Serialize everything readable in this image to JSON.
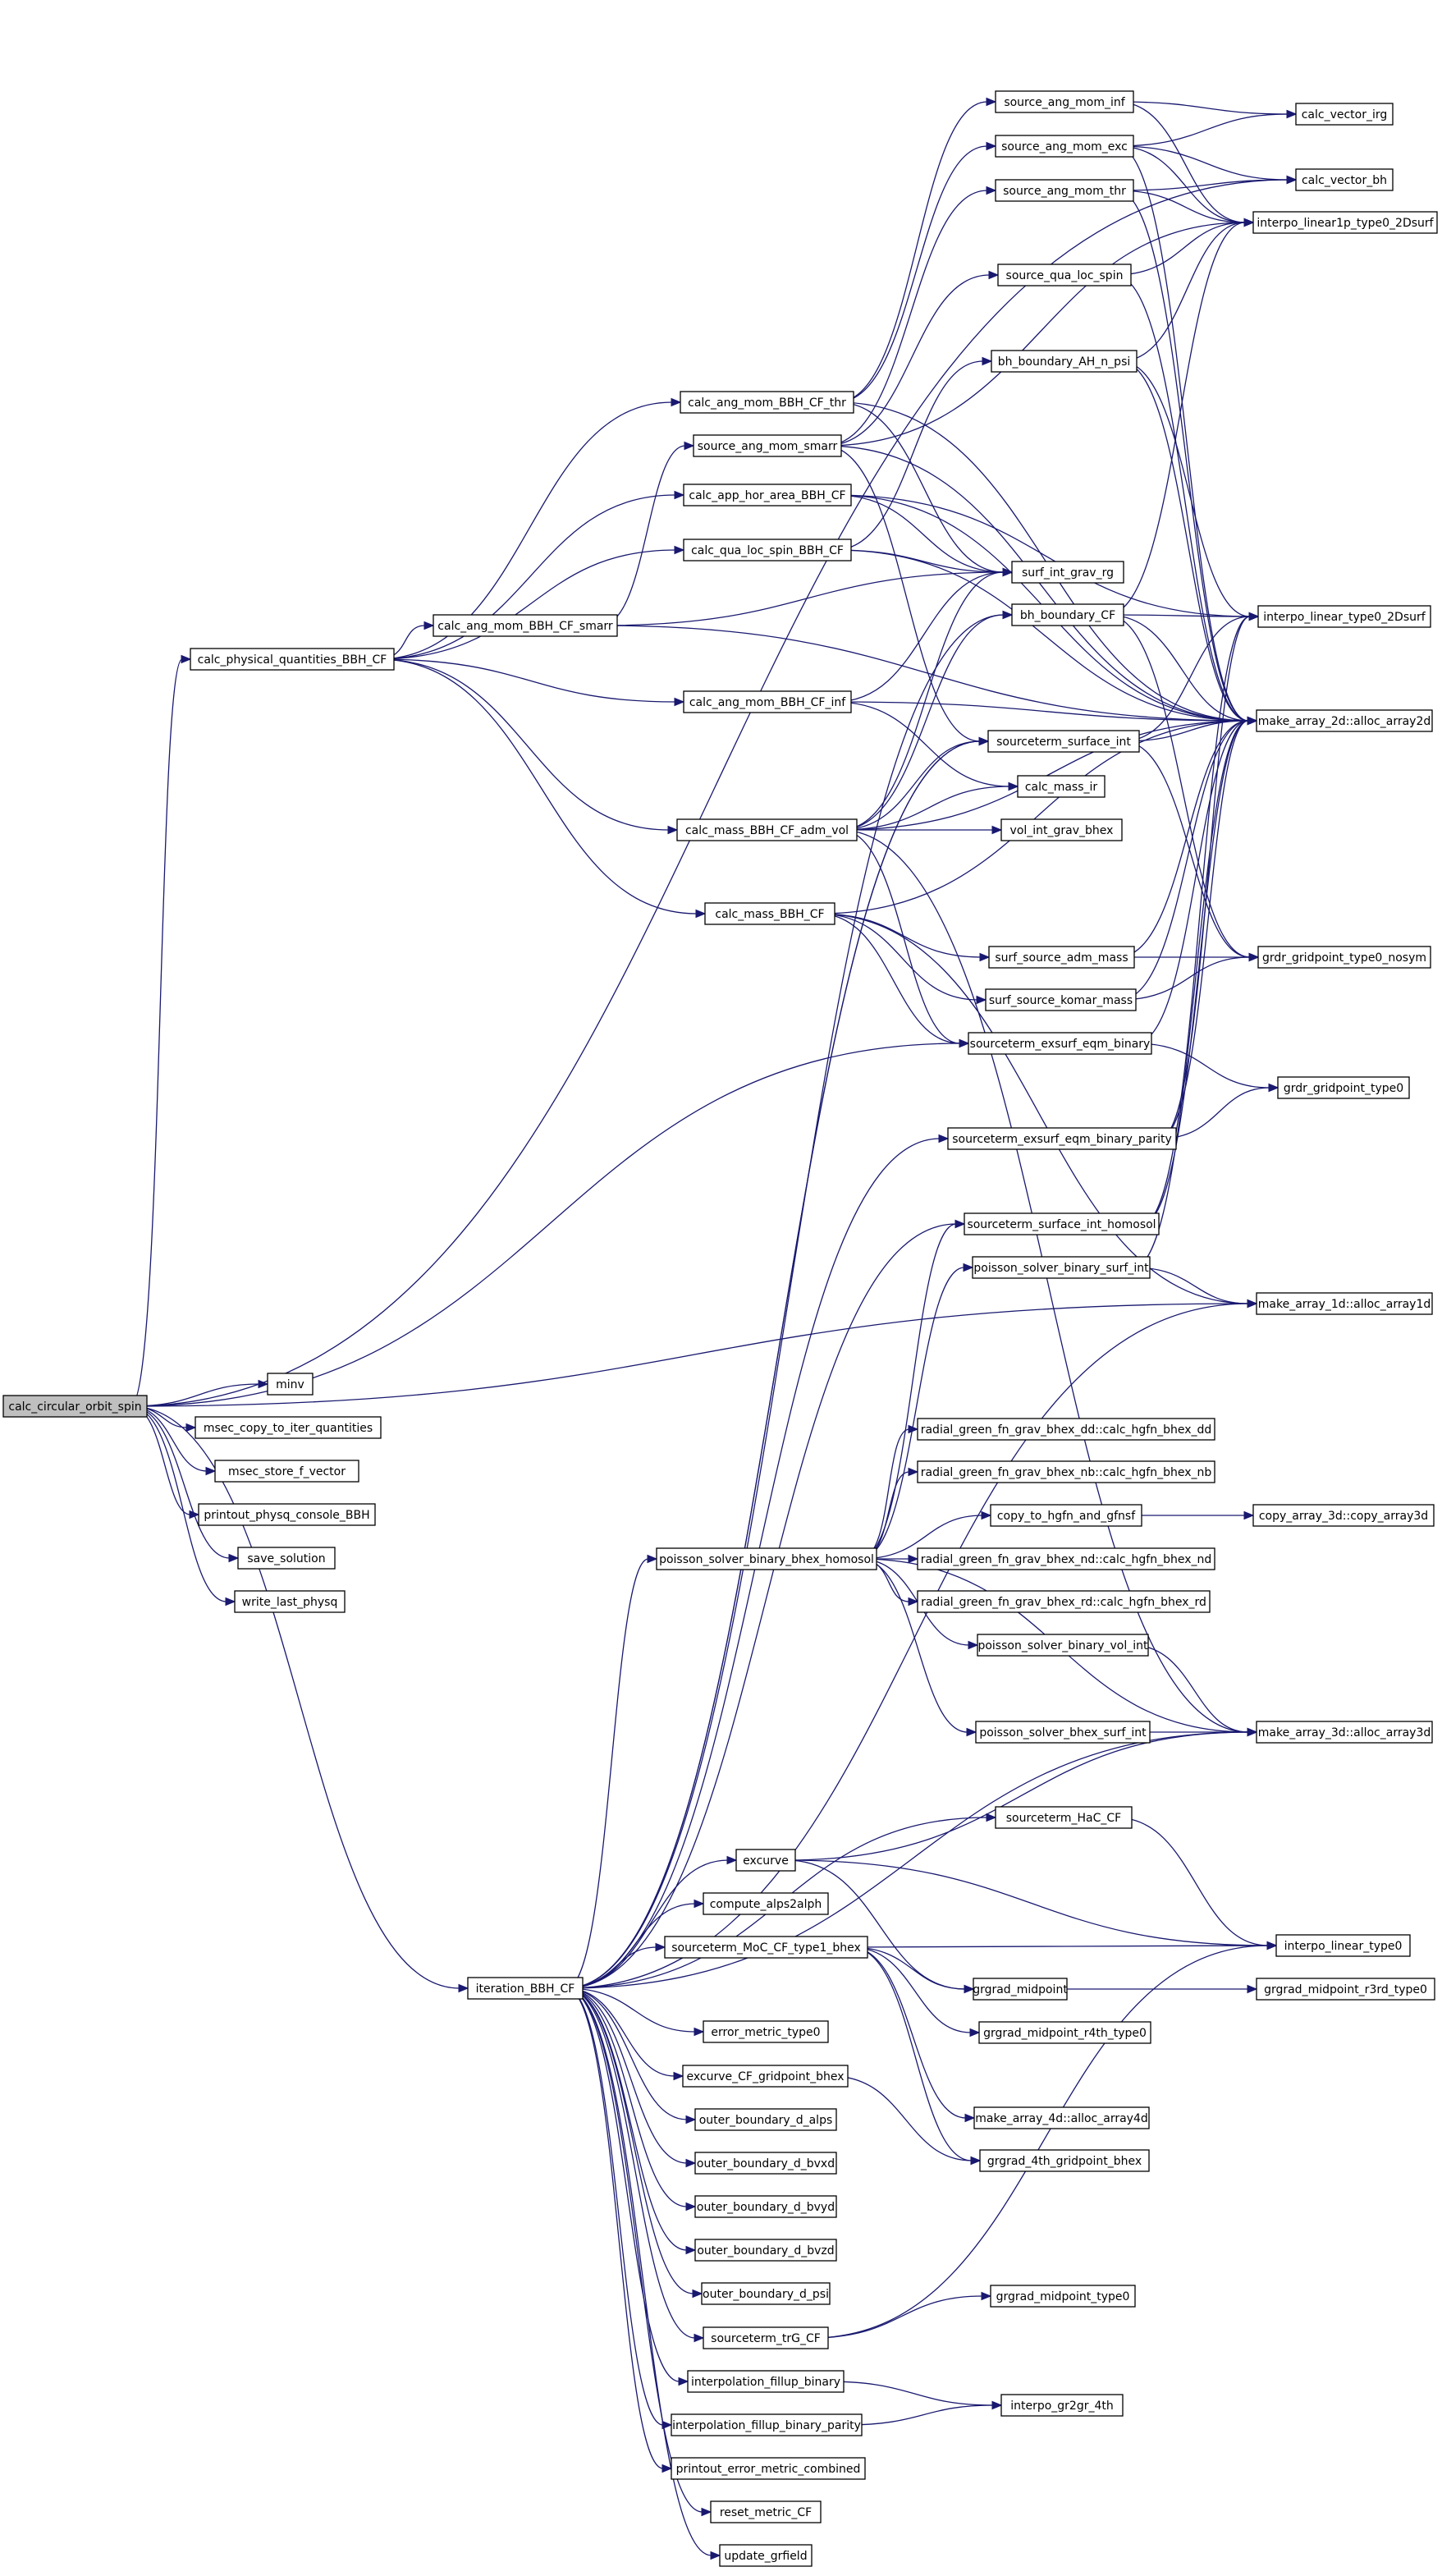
{
  "graph": {
    "nodes": [
      {
        "id": "root",
        "label": "calc_circular_orbit_spin"
      },
      {
        "id": "cpq",
        "label": "calc_physical_quantities_BBH_CF"
      },
      {
        "id": "iter",
        "label": "iteration_BBH_CF"
      },
      {
        "id": "minv",
        "label": "minv"
      },
      {
        "id": "msec_copy",
        "label": "msec_copy_to_iter_quantities"
      },
      {
        "id": "msec_store",
        "label": "msec_store_f_vector"
      },
      {
        "id": "printout_physq",
        "label": "printout_physq_console_BBH"
      },
      {
        "id": "save_solution",
        "label": "save_solution"
      },
      {
        "id": "write_last",
        "label": "write_last_physq"
      },
      {
        "id": "thr",
        "label": "calc_ang_mom_BBH_CF_thr"
      },
      {
        "id": "sams",
        "label": "source_ang_mom_smarr"
      },
      {
        "id": "app",
        "label": "calc_app_hor_area_BBH_CF"
      },
      {
        "id": "qua",
        "label": "calc_qua_loc_spin_BBH_CF"
      },
      {
        "id": "smarr",
        "label": "calc_ang_mom_BBH_CF_smarr"
      },
      {
        "id": "inf",
        "label": "calc_ang_mom_BBH_CF_inf"
      },
      {
        "id": "adm",
        "label": "calc_mass_BBH_CF_adm_vol"
      },
      {
        "id": "mass",
        "label": "calc_mass_BBH_CF"
      },
      {
        "id": "s_inf",
        "label": "source_ang_mom_inf"
      },
      {
        "id": "s_exc",
        "label": "source_ang_mom_exc"
      },
      {
        "id": "s_thr",
        "label": "source_ang_mom_thr"
      },
      {
        "id": "s_qua",
        "label": "source_qua_loc_spin"
      },
      {
        "id": "bh_ah",
        "label": "bh_boundary_AH_n_psi"
      },
      {
        "id": "surf_int",
        "label": "surf_int_grav_rg"
      },
      {
        "id": "bh_cf",
        "label": "bh_boundary_CF"
      },
      {
        "id": "st_surf",
        "label": "sourceterm_surface_int"
      },
      {
        "id": "mass_ir",
        "label": "calc_mass_ir"
      },
      {
        "id": "vol_int",
        "label": "vol_int_grav_bhex"
      },
      {
        "id": "surf_adm",
        "label": "surf_source_adm_mass"
      },
      {
        "id": "surf_komar",
        "label": "surf_source_komar_mass"
      },
      {
        "id": "exsurf",
        "label": "sourceterm_exsurf_eqm_binary"
      },
      {
        "id": "exsurf_par",
        "label": "sourceterm_exsurf_eqm_binary_parity"
      },
      {
        "id": "st_homosol",
        "label": "sourceterm_surface_int_homosol"
      },
      {
        "id": "pb_surf",
        "label": "poisson_solver_binary_surf_int"
      },
      {
        "id": "rg_dd",
        "label": "radial_green_fn_grav_bhex_dd::calc_hgfn_bhex_dd"
      },
      {
        "id": "rg_nb",
        "label": "radial_green_fn_grav_bhex_nb::calc_hgfn_bhex_nb"
      },
      {
        "id": "copy_hgfn",
        "label": "copy_to_hgfn_and_gfnsf"
      },
      {
        "id": "pbbh",
        "label": "poisson_solver_binary_bhex_homosol"
      },
      {
        "id": "rg_nd",
        "label": "radial_green_fn_grav_bhex_nd::calc_hgfn_bhex_nd"
      },
      {
        "id": "rg_rd",
        "label": "radial_green_fn_grav_bhex_rd::calc_hgfn_bhex_rd"
      },
      {
        "id": "pb_vol",
        "label": "poisson_solver_binary_vol_int"
      },
      {
        "id": "pbex_surf",
        "label": "poisson_solver_bhex_surf_int"
      },
      {
        "id": "hac",
        "label": "sourceterm_HaC_CF"
      },
      {
        "id": "excurve",
        "label": "excurve"
      },
      {
        "id": "alps",
        "label": "compute_alps2alph"
      },
      {
        "id": "moc",
        "label": "sourceterm_MoC_CF_type1_bhex"
      },
      {
        "id": "err_metric",
        "label": "error_metric_type0"
      },
      {
        "id": "excurve_gp",
        "label": "excurve_CF_gridpoint_bhex"
      },
      {
        "id": "ob_alps",
        "label": "outer_boundary_d_alps"
      },
      {
        "id": "ob_bvxd",
        "label": "outer_boundary_d_bvxd"
      },
      {
        "id": "ob_bvyd",
        "label": "outer_boundary_d_bvyd"
      },
      {
        "id": "ob_bvzd",
        "label": "outer_boundary_d_bvzd"
      },
      {
        "id": "ob_psi",
        "label": "outer_boundary_d_psi"
      },
      {
        "id": "trg",
        "label": "sourceterm_trG_CF"
      },
      {
        "id": "fillup",
        "label": "interpolation_fillup_binary"
      },
      {
        "id": "fillup_par",
        "label": "interpolation_fillup_binary_parity"
      },
      {
        "id": "printout_err",
        "label": "printout_error_metric_combined"
      },
      {
        "id": "reset",
        "label": "reset_metric_CF"
      },
      {
        "id": "update",
        "label": "update_grfield"
      },
      {
        "id": "vec_irg",
        "label": "calc_vector_irg"
      },
      {
        "id": "vec_bh",
        "label": "calc_vector_bh"
      },
      {
        "id": "interp1p",
        "label": "interpo_linear1p_type0_2Dsurf"
      },
      {
        "id": "interp2d",
        "label": "interpo_linear_type0_2Dsurf"
      },
      {
        "id": "arr2d",
        "label": "make_array_2d::alloc_array2d"
      },
      {
        "id": "grdr_nosym",
        "label": "grdr_gridpoint_type0_nosym"
      },
      {
        "id": "grdr",
        "label": "grdr_gridpoint_type0"
      },
      {
        "id": "arr1d",
        "label": "make_array_1d::alloc_array1d"
      },
      {
        "id": "copy3d",
        "label": "copy_array_3d::copy_array3d"
      },
      {
        "id": "arr3d",
        "label": "make_array_3d::alloc_array3d"
      },
      {
        "id": "interp_lin",
        "label": "interpo_linear_type0"
      },
      {
        "id": "grgrad_mid",
        "label": "grgrad_midpoint"
      },
      {
        "id": "grgrad_r3rd",
        "label": "grgrad_midpoint_r3rd_type0"
      },
      {
        "id": "grgrad_r4th",
        "label": "grgrad_midpoint_r4th_type0"
      },
      {
        "id": "arr4d",
        "label": "make_array_4d::alloc_array4d"
      },
      {
        "id": "grgrad_4th",
        "label": "grgrad_4th_gridpoint_bhex"
      },
      {
        "id": "grgrad_t0",
        "label": "grgrad_midpoint_type0"
      },
      {
        "id": "gr2gr",
        "label": "interpo_gr2gr_4th"
      }
    ]
  }
}
